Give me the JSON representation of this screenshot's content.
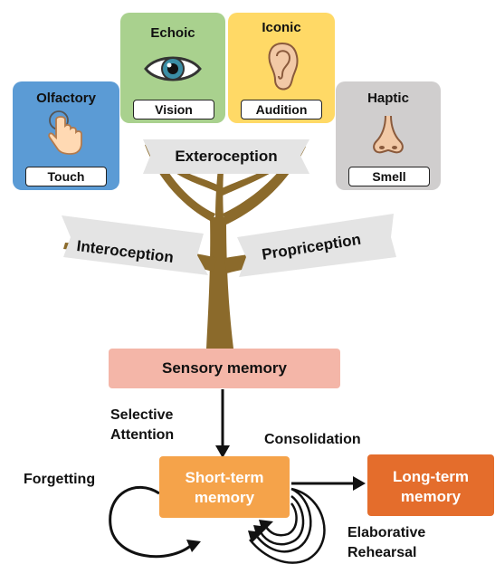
{
  "sensors": {
    "olfactory": {
      "title": "Olfactory",
      "label": "Touch",
      "icon": "pointing-hand-icon",
      "color": "#5b9bd5"
    },
    "echoic": {
      "title": "Echoic",
      "label": "Vision",
      "icon": "eye-icon",
      "color": "#a9d18e"
    },
    "iconic": {
      "title": "Iconic",
      "label": "Audition",
      "icon": "ear-icon",
      "color": "#ffd966"
    },
    "haptic": {
      "title": "Haptic",
      "label": "Smell",
      "icon": "nose-icon",
      "color": "#d0cece"
    }
  },
  "tree": {
    "exteroception": "Exteroception",
    "interoception": "Interoception",
    "propriception": "Propriception",
    "trunk_color": "#8b6a2b"
  },
  "memory": {
    "sensory": "Sensory memory",
    "sensory_color": "#f4b6a8",
    "short_term": [
      "Short-term",
      "memory"
    ],
    "short_term_color": "#f5a34a",
    "long_term": [
      "Long-term",
      "memory"
    ],
    "long_term_color": "#e46d2c"
  },
  "processes": {
    "selective_attention": [
      "Selective",
      "Attention"
    ],
    "consolidation": "Consolidation",
    "forgetting": "Forgetting",
    "elaborative_rehearsal": [
      "Elaborative",
      "Rehearsal"
    ]
  }
}
